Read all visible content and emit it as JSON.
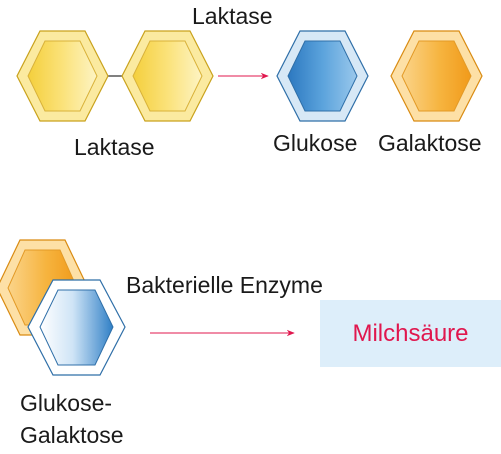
{
  "top": {
    "enzyme_label": "Laktase",
    "substrate_label": "Laktase",
    "product1_label": "Glukose",
    "product2_label": "Galaktose"
  },
  "bottom": {
    "enzyme_label": "Bakterielle Enzyme",
    "substrate_label_line1": "Glukose-",
    "substrate_label_line2": "Galaktose",
    "product_label": "Milchsäure"
  },
  "colors": {
    "yellow": "#f7dc57",
    "orange": "#f4a62a",
    "blue": "#3d8fd0",
    "arrow": "#e0174e",
    "box": "#ddeefa"
  }
}
